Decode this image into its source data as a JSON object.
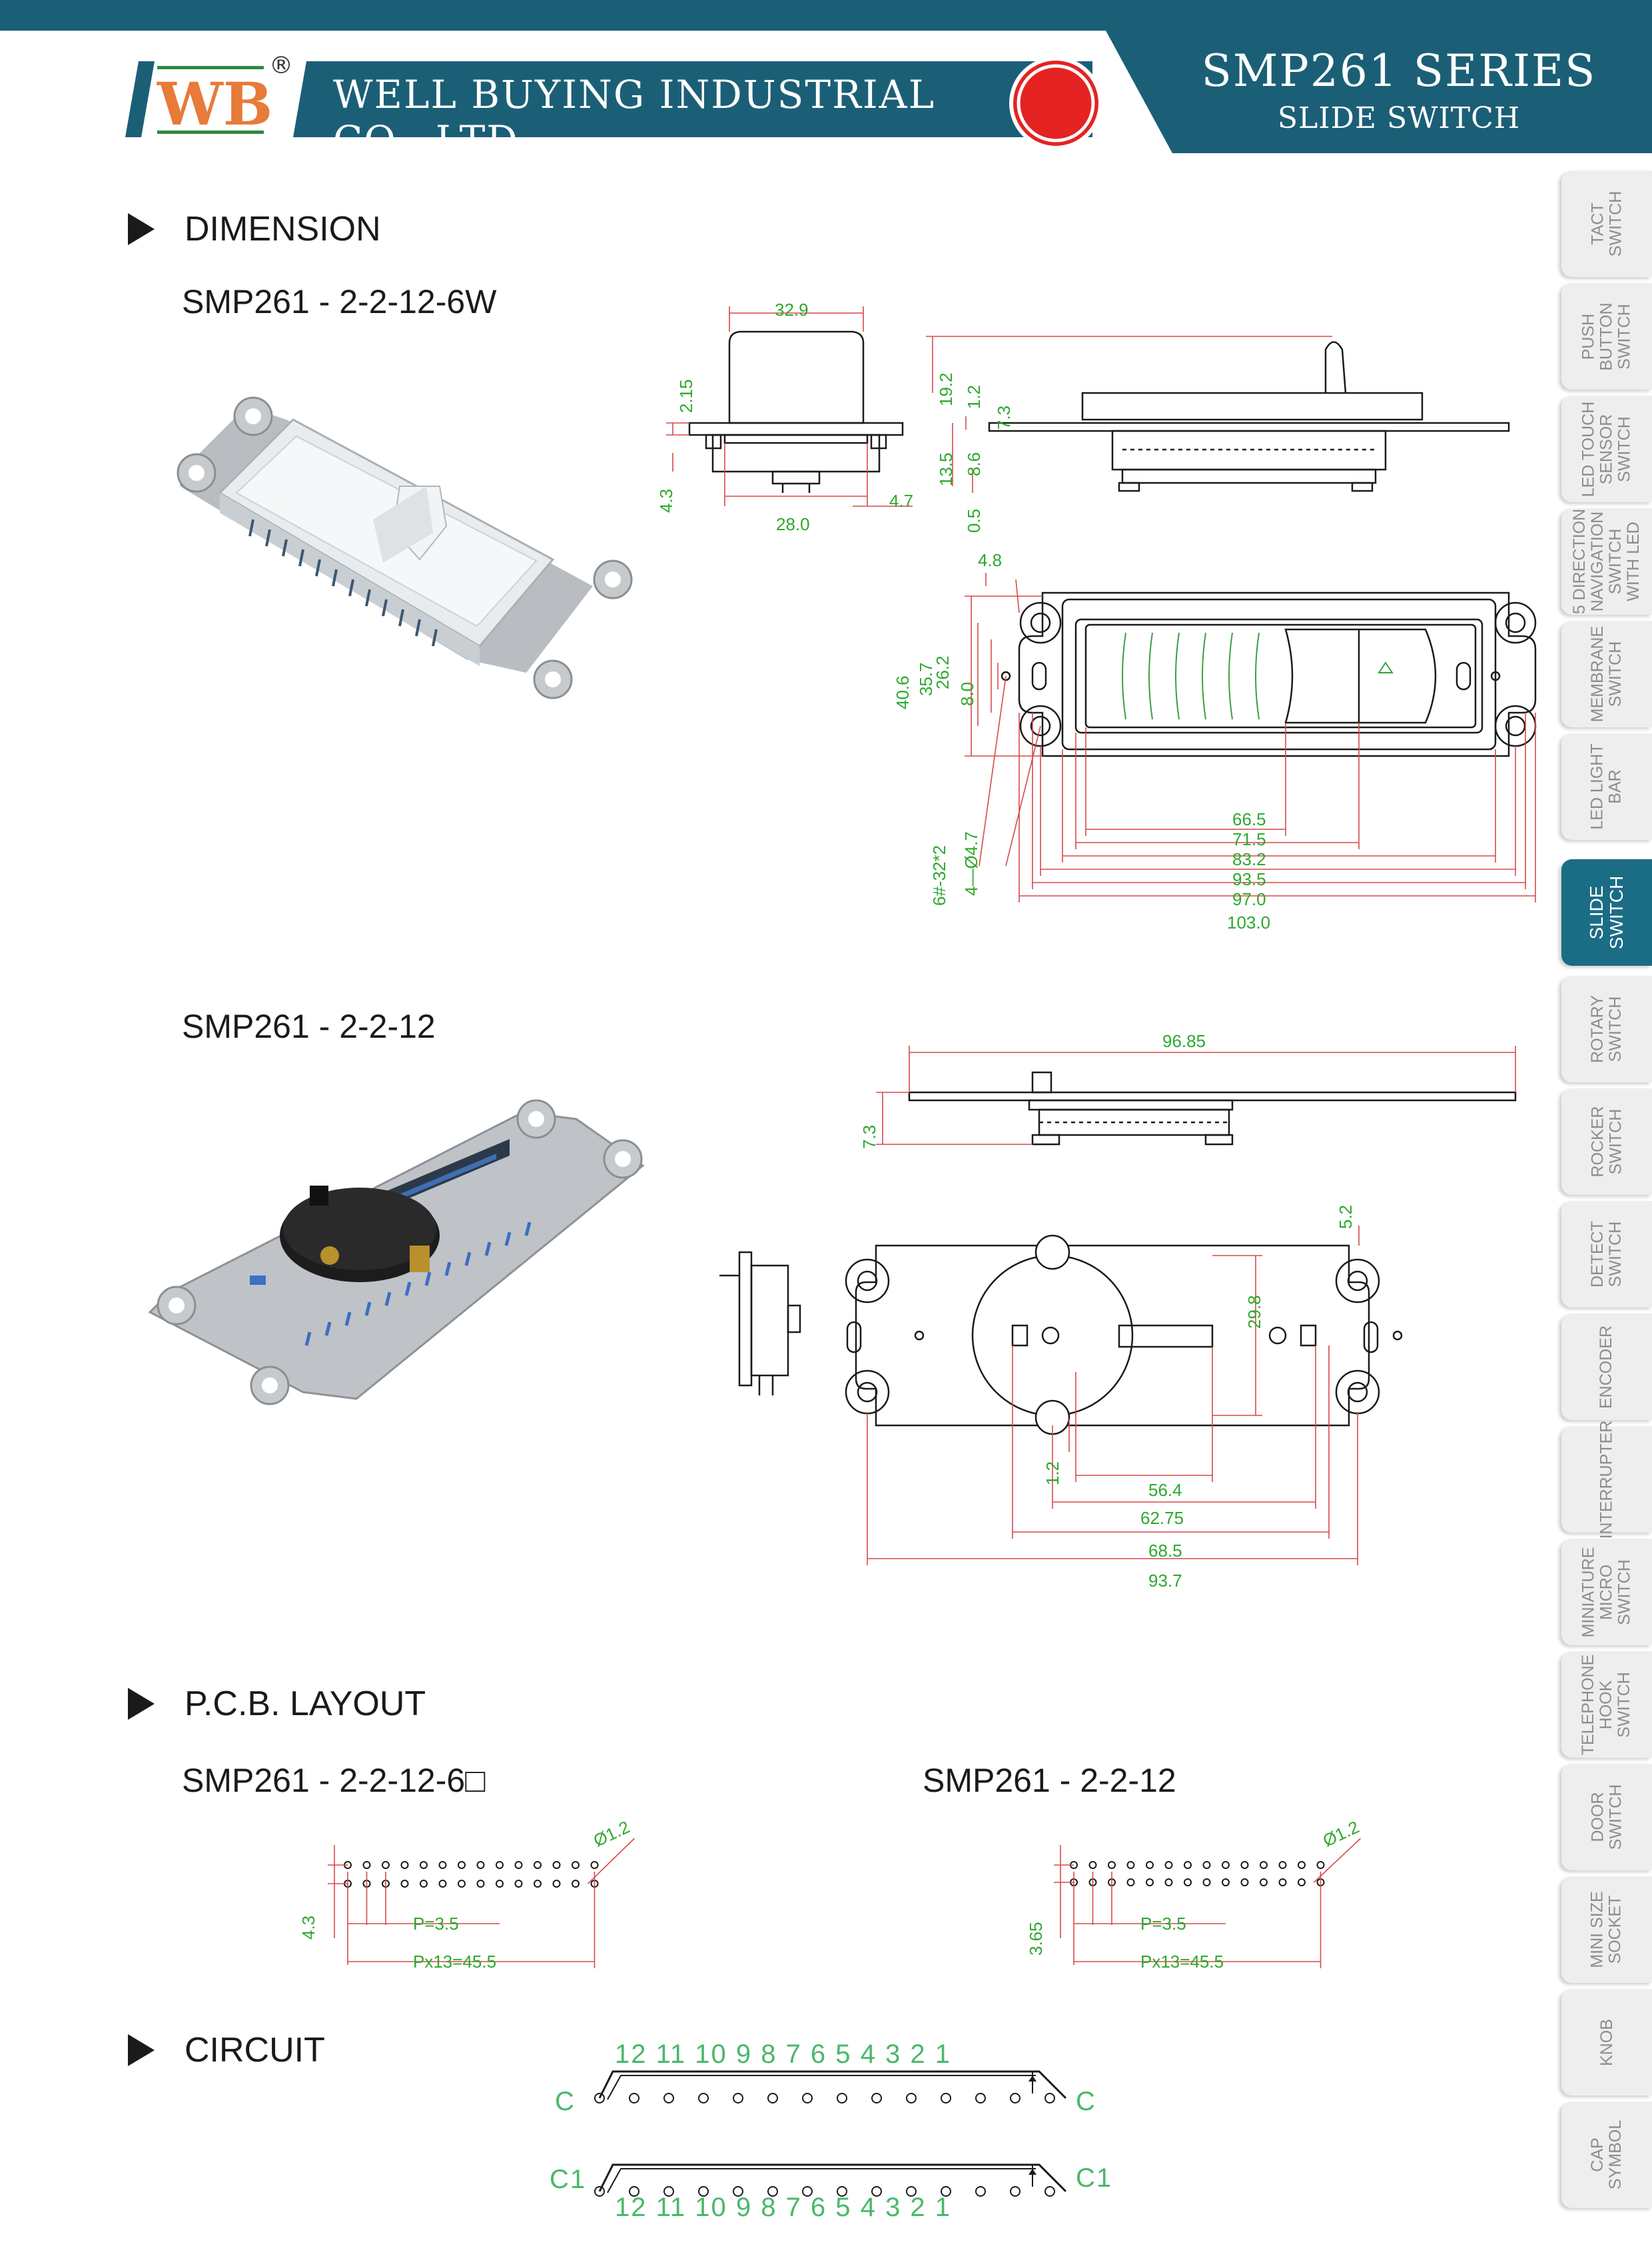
{
  "header": {
    "logo_text": "WB",
    "logo_reg": "®",
    "company": "WELL BUYING INDUSTRIAL CO., LTD",
    "series_title": "SMP261 SERIES",
    "series_subtitle": "SLIDE SWITCH",
    "colors": {
      "brand": "#1b5f77",
      "logo_orange": "#e87a3a",
      "red_dot": "#e42322"
    }
  },
  "sections": {
    "dimension": "DIMENSION",
    "pcb_layout": "P.C.B. LAYOUT",
    "circuit": "CIRCUIT"
  },
  "models": {
    "dim_model_1": "SMP261 - 2-2-12-6W",
    "dim_model_2": "SMP261 - 2-2-12",
    "pcb_model_1": "SMP261 - 2-2-12-6□",
    "pcb_model_2": "SMP261 - 2-2-12"
  },
  "dimensions_1": {
    "top_width": "32.9",
    "left_2_15": "2.15",
    "left_4_3": "4.3",
    "bottom_28": "28.0",
    "right_4_7": "4.7",
    "side_19_2": "19.2",
    "side_1_2": "1.2",
    "side_7_3": "7.3",
    "side_13_5": "13.5",
    "side_8_6": "8.6",
    "side_0_5": "0.5",
    "plate_4_8": "4.8",
    "plate_40_6": "40.6",
    "plate_35_7": "35.7",
    "plate_26_2": "26.2",
    "plate_8_0": "8.0",
    "hole_note_1": "4—Ø4.7",
    "hole_note_2": "6#-32*2",
    "w_66_5": "66.5",
    "w_71_5": "71.5",
    "w_83_2": "83.2",
    "w_93_5": "93.5",
    "w_97_0": "97.0",
    "w_103_0": "103.0"
  },
  "dimensions_2": {
    "top_96_85": "96.85",
    "side_7_3": "7.3",
    "r_5_2": "5.2",
    "r_29_8": "29.8",
    "l_1_2": "1.2",
    "w_56_4": "56.4",
    "w_62_75": "62.75",
    "w_68_5": "68.5",
    "w_93_7": "93.7"
  },
  "pcb": {
    "hole_1": "Ø1.2",
    "row_gap_1": "4.3",
    "pitch_1": "P=3.5",
    "span_1": "Px13=45.5",
    "hole_2": "Ø1.2",
    "row_gap_2": "3.65",
    "pitch_2": "P=3.5",
    "span_2": "Px13=45.5"
  },
  "circuit": {
    "numbers_top": "12 11 10 9  8  7  6  5  4  3  2  1",
    "numbers_bottom": "12 11 10 9  8  7  6  5  4  3  2  1",
    "c_left": "C",
    "c_right": "C",
    "c1_left": "C1",
    "c1_right": "C1"
  },
  "side_tabs": [
    {
      "label": "TACT\nSWITCH",
      "active": false
    },
    {
      "label": "PUSH\nBUTTON\nSWITCH",
      "active": false
    },
    {
      "label": "LED TOUCH\nSENSOR\nSWITCH",
      "active": false
    },
    {
      "label": "5 DIRECTION\nNAVIGATION\nSWITCH\nWITH LED",
      "active": false
    },
    {
      "label": "MEMBRANE\nSWITCH",
      "active": false
    },
    {
      "label": "LED LIGHT\nBAR",
      "active": false
    },
    {
      "label": "SLIDE\nSWITCH",
      "active": true
    },
    {
      "label": "ROTARY\nSWITCH",
      "active": false
    },
    {
      "label": "ROCKER\nSWITCH",
      "active": false
    },
    {
      "label": "DETECT\nSWITCH",
      "active": false
    },
    {
      "label": "ENCODER",
      "active": false
    },
    {
      "label": "INTERRUPTER",
      "active": false
    },
    {
      "label": "MINIATURE\nMICRO\nSWITCH",
      "active": false
    },
    {
      "label": "TELEPHONE\nHOOK\nSWITCH",
      "active": false
    },
    {
      "label": "DOOR\nSWITCH",
      "active": false
    },
    {
      "label": "MINI SIZE\nSOCKET",
      "active": false
    },
    {
      "label": "KNOB",
      "active": false
    },
    {
      "label": "CAP\nSYMBOL",
      "active": false
    }
  ]
}
